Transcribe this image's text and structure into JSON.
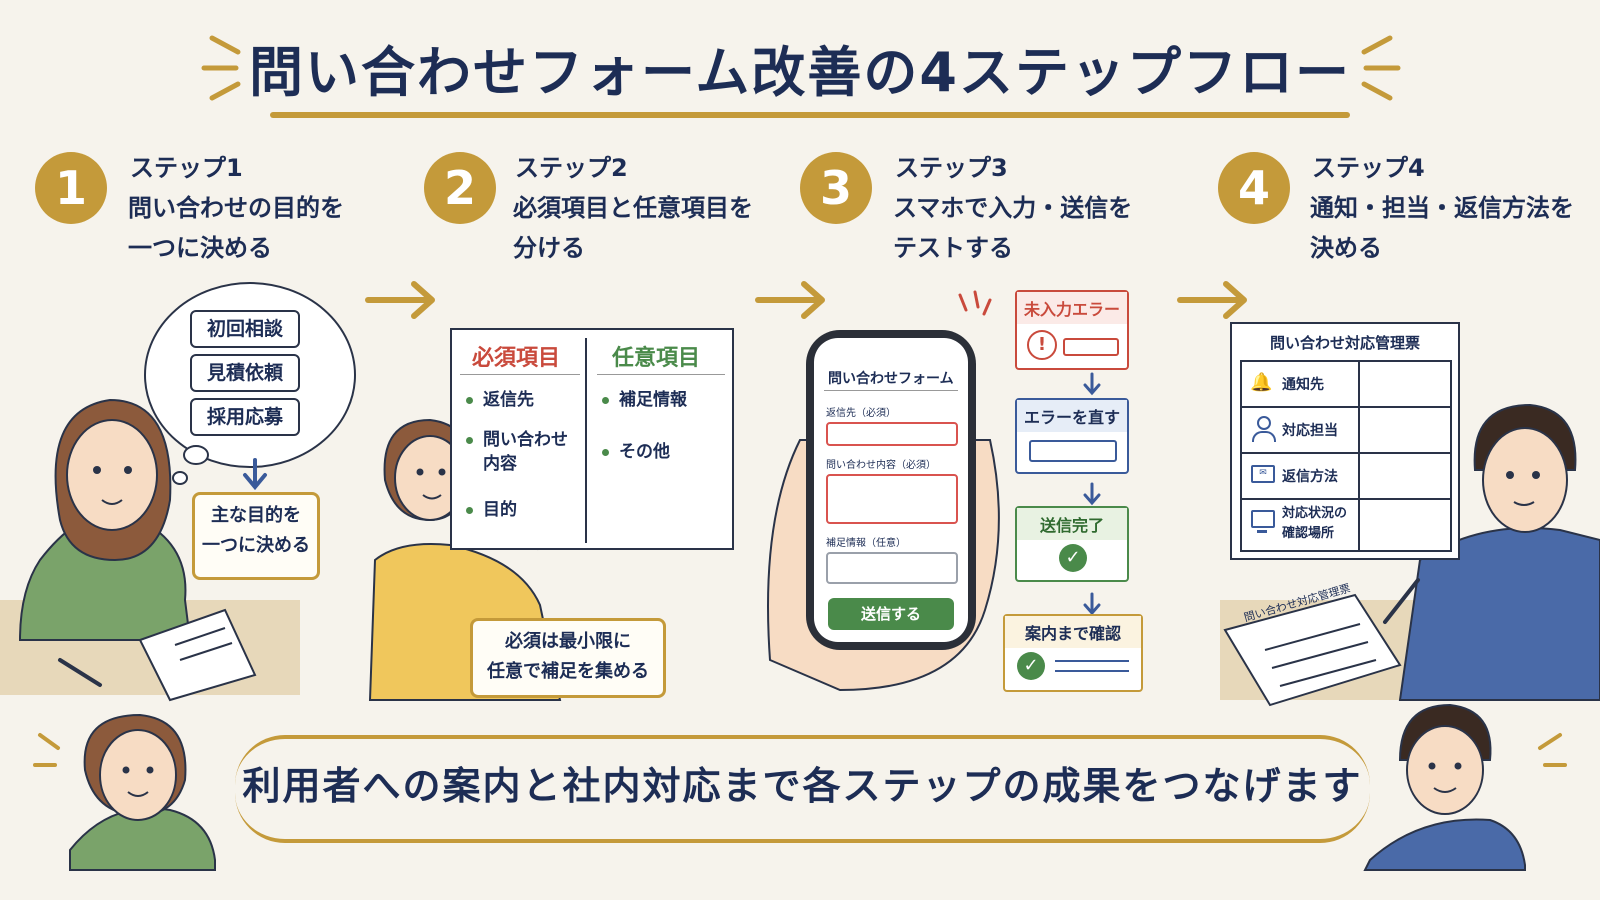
{
  "title": "問い合わせフォーム改善の4ステップフロー",
  "steps": [
    {
      "num": "1",
      "label": "ステップ1",
      "desc": "問い合わせの目的を\n一つに決める"
    },
    {
      "num": "2",
      "label": "ステップ2",
      "desc": "必須項目と任意項目を\n分ける"
    },
    {
      "num": "3",
      "label": "ステップ3",
      "desc": "スマホで入力・送信を\nテストする"
    },
    {
      "num": "4",
      "label": "ステップ4",
      "desc": "通知・担当・返信方法を\n決める"
    }
  ],
  "step1": {
    "options": [
      "初回相談",
      "見積依頼",
      "採用応募"
    ],
    "note": "主な目的を\n一つに決める"
  },
  "step2": {
    "required_header": "必須項目",
    "optional_header": "任意項目",
    "required_items": [
      "返信先",
      "問い合わせ\n内容",
      "目的"
    ],
    "optional_items": [
      "補足情報",
      "その他"
    ],
    "note": "必須は最小限に\n任意で補足を集める"
  },
  "step3": {
    "form_title": "問い合わせフォーム",
    "fields": [
      "返信先（必須）",
      "問い合わせ内容（必須）",
      "補足情報（任意）"
    ],
    "submit": "送信する",
    "flow": [
      "未入力エラー",
      "エラーを直す",
      "送信完了",
      "案内まで確認"
    ]
  },
  "step4": {
    "sheet_title": "問い合わせ対応管理票",
    "rows": [
      {
        "icon": "bell-icon",
        "label": "通知先"
      },
      {
        "icon": "person-icon",
        "label": "対応担当"
      },
      {
        "icon": "mail-icon",
        "label": "返信方法"
      },
      {
        "icon": "monitor-icon",
        "label": "対応状況の\n確認場所"
      }
    ],
    "desk_paper": "問い合わせ対応管理票"
  },
  "banner": "利用者への案内と社内対応まで各ステップの成果をつなげます",
  "colors": {
    "accent": "#c49a3a",
    "navy": "#1d2d55",
    "red": "#c94a3c",
    "green": "#4a8a4a",
    "blue": "#3a5a9a"
  }
}
